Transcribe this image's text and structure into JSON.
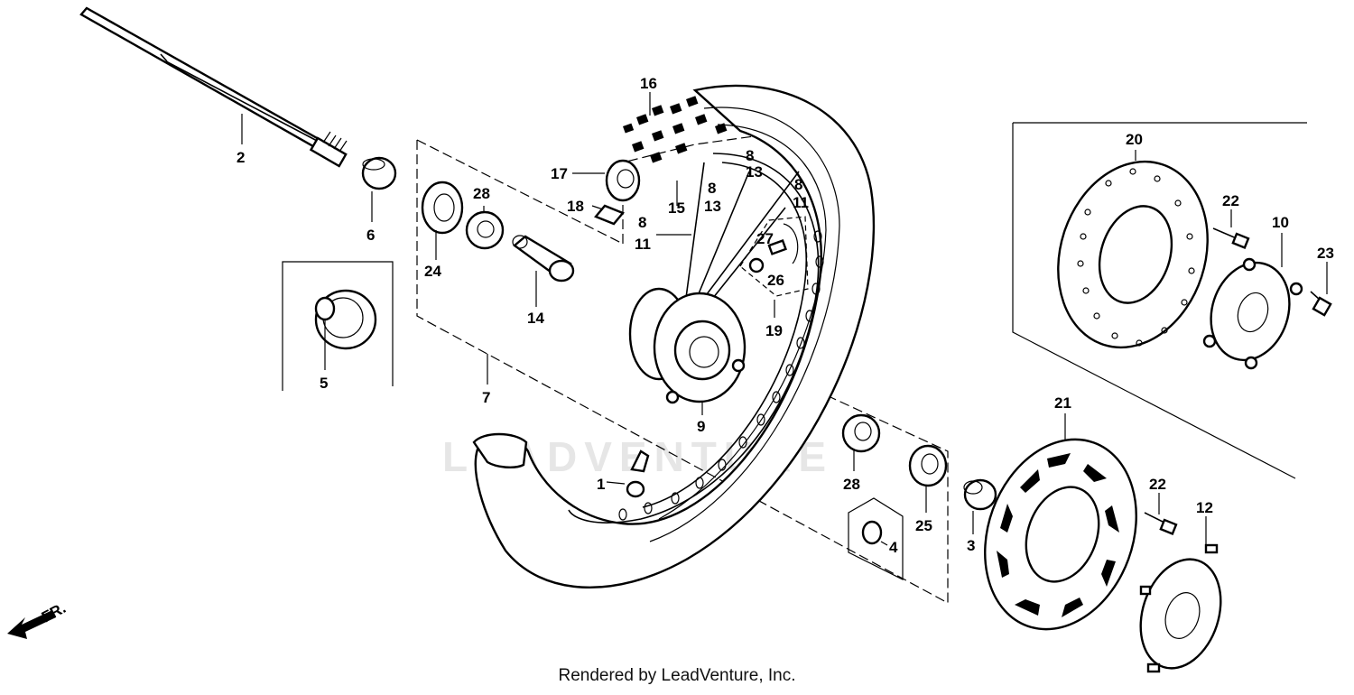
{
  "watermark": "LEADVENTURE",
  "footer": "Rendered by LeadVenture, Inc.",
  "direction_label": "FR.",
  "callouts": {
    "c1": "1",
    "c2": "2",
    "c3": "3",
    "c4": "4",
    "c5": "5",
    "c6": "6",
    "c7": "7",
    "c8a": "8",
    "c8b": "8",
    "c8c": "8",
    "c8d": "8",
    "c9": "9",
    "c10": "10",
    "c11a": "11",
    "c11b": "11",
    "c12": "12",
    "c13a": "13",
    "c13b": "13",
    "c14": "14",
    "c15": "15",
    "c16": "16",
    "c17": "17",
    "c18": "18",
    "c19": "19",
    "c20": "20",
    "c21": "21",
    "c22a": "22",
    "c22b": "22",
    "c23": "23",
    "c24": "24",
    "c25": "25",
    "c26": "26",
    "c27": "27",
    "c28a": "28",
    "c28b": "28"
  }
}
